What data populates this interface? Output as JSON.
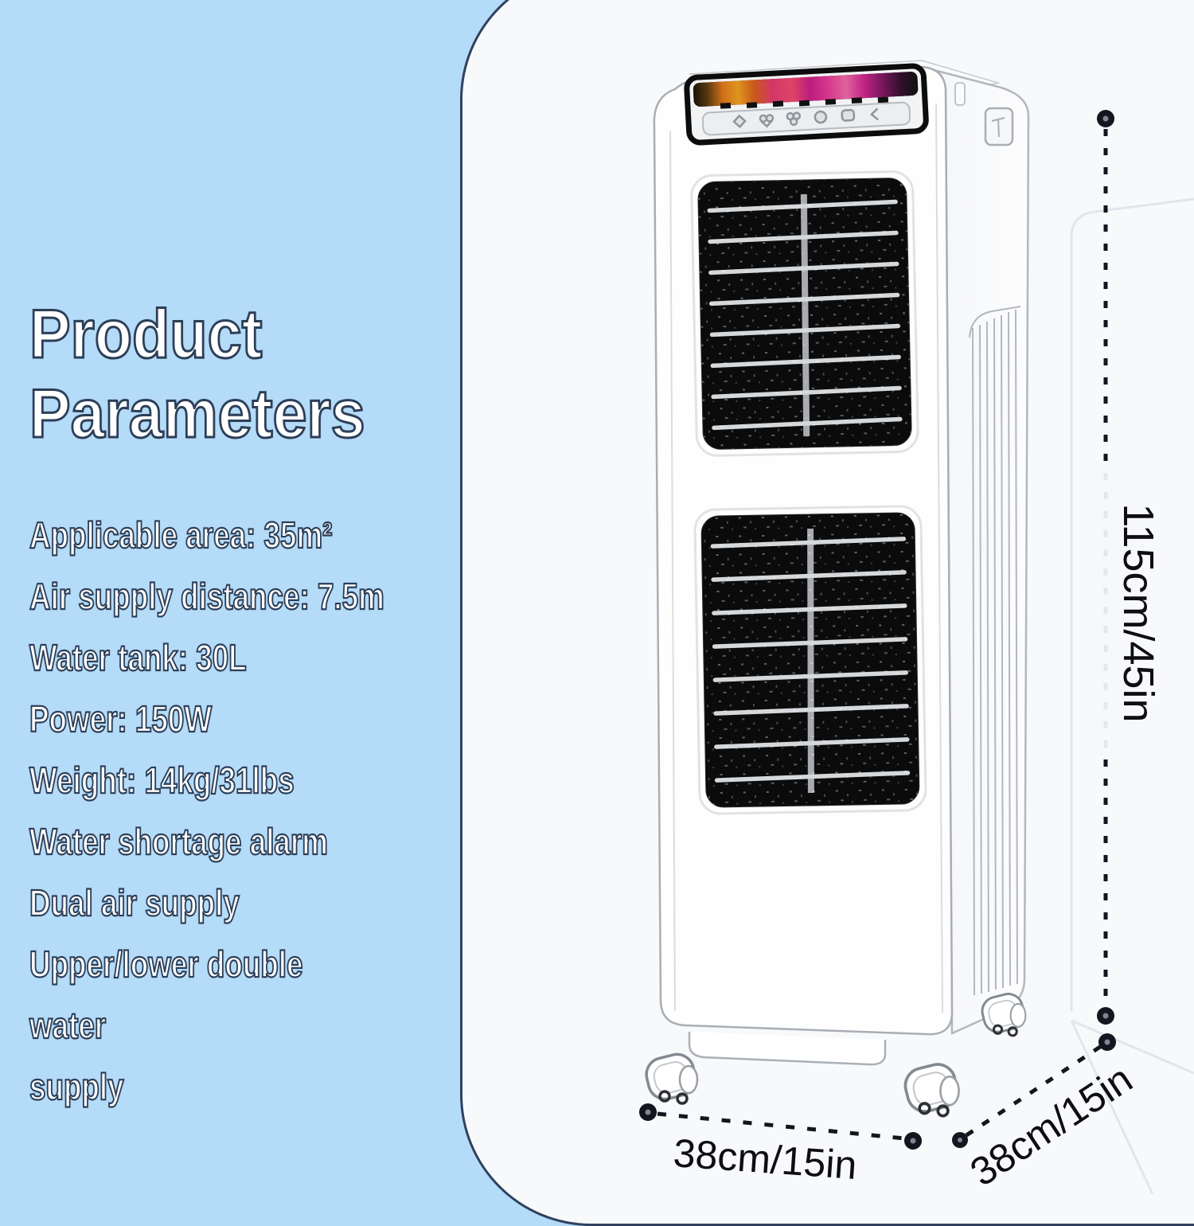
{
  "title": {
    "line1": "Product",
    "line2": "Parameters"
  },
  "specs": [
    "Applicable area: 35m²",
    "Air supply distance: 7.5m",
    "Water tank: 30L",
    "Power: 150W",
    "Weight: 14kg/31lbs",
    "Water shortage alarm",
    "Dual air supply",
    "Upper/lower double water\nsupply"
  ],
  "dimensions": {
    "height": "115cm/45in",
    "width": "38cm/15in",
    "depth": "38cm/15in"
  },
  "colors": {
    "background": "#b4dbf8",
    "panel": "#f7f9fb",
    "text_outline": "#2c3e57",
    "dimension_ink": "#15151f",
    "grille": "#0b0b0b",
    "display_orange": "#e8831a",
    "display_magenta": "#d81f8a"
  },
  "illustration": {
    "control_panel_buttons": [
      "diamond",
      "heart",
      "clover",
      "dot",
      "square",
      "chevron"
    ]
  }
}
